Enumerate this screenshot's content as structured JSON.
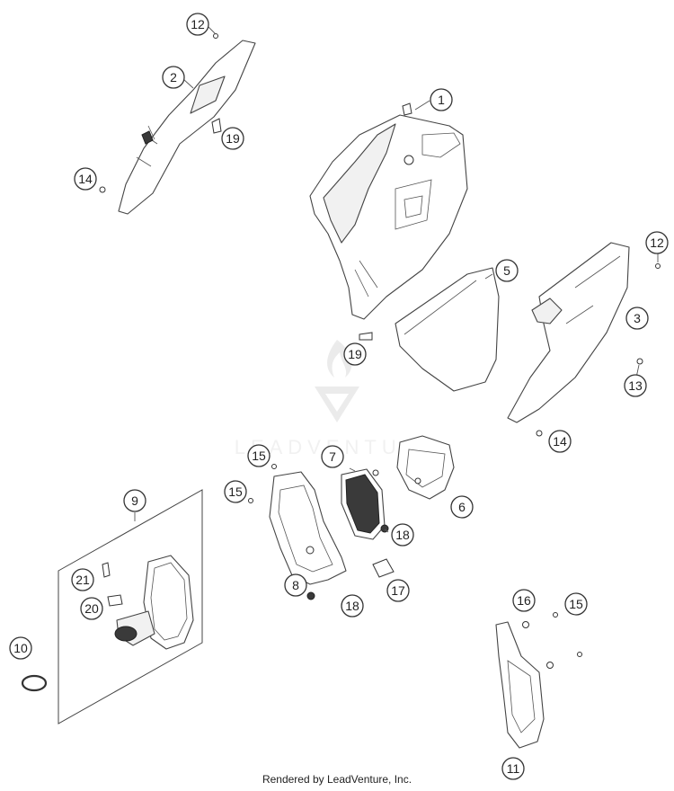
{
  "diagram": {
    "callouts": [
      "1",
      "2",
      "3",
      "5",
      "6",
      "7",
      "8",
      "9",
      "10",
      "11",
      "12",
      "12",
      "13",
      "14",
      "14",
      "15",
      "15",
      "15",
      "16",
      "17",
      "18",
      "18",
      "19",
      "19",
      "20",
      "21"
    ],
    "watermark_text": "LEADVENTURE"
  },
  "footer": {
    "text": "Rendered by LeadVenture, Inc."
  }
}
